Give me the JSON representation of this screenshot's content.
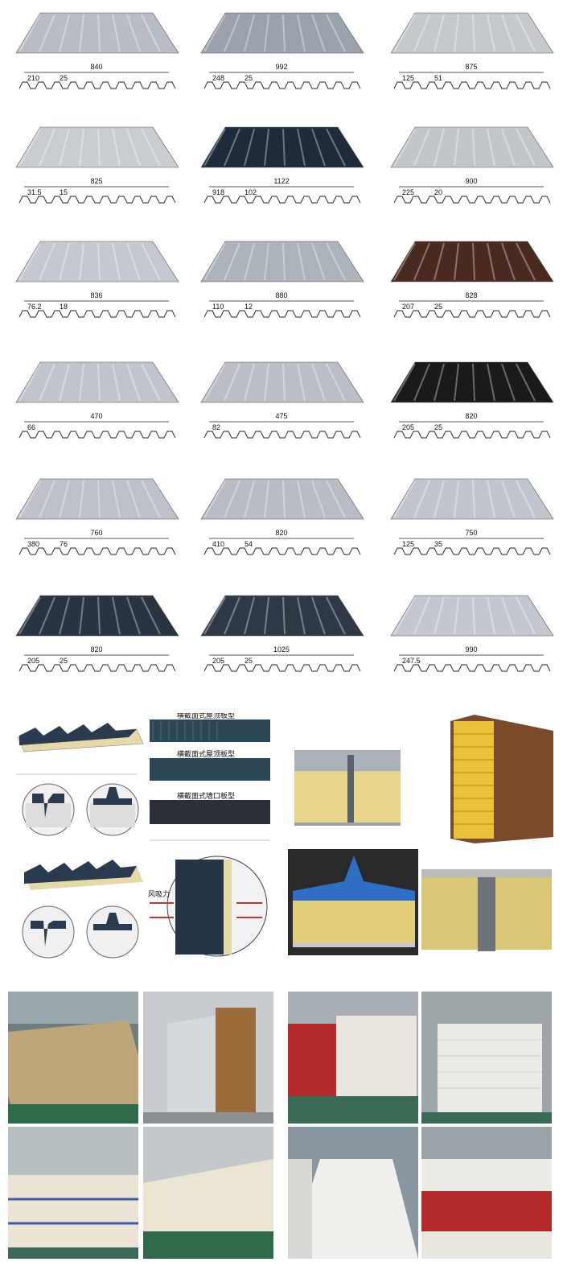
{
  "profiles": [
    {
      "id": "p1",
      "total": "840",
      "dims": [
        "210",
        "25"
      ]
    },
    {
      "id": "p2",
      "total": "992",
      "dims": [
        "248",
        "25"
      ]
    },
    {
      "id": "p3",
      "total": "875",
      "dims": [
        "125",
        "51"
      ]
    },
    {
      "id": "p4",
      "total": "825",
      "dims": [
        "31.5",
        "15"
      ]
    },
    {
      "id": "p5",
      "total": "1122",
      "dims": [
        "918",
        "102"
      ]
    },
    {
      "id": "p6",
      "total": "900",
      "dims": [
        "225",
        "20"
      ]
    },
    {
      "id": "p7",
      "total": "836",
      "dims": [
        "76.2",
        "18"
      ]
    },
    {
      "id": "p8",
      "total": "880",
      "dims": [
        "110",
        "12"
      ]
    },
    {
      "id": "p9",
      "total": "828",
      "dims": [
        "207",
        "25"
      ]
    },
    {
      "id": "p10",
      "total": "470",
      "dims": [
        "66"
      ]
    },
    {
      "id": "p11",
      "total": "475",
      "dims": [
        "82"
      ]
    },
    {
      "id": "p12",
      "total": "820",
      "dims": [
        "205",
        "25"
      ]
    },
    {
      "id": "p13",
      "total": "760",
      "dims": [
        "380",
        "76"
      ]
    },
    {
      "id": "p14",
      "total": "820",
      "dims": [
        "410",
        "54"
      ]
    },
    {
      "id": "p15",
      "total": "750",
      "dims": [
        "125",
        "35"
      ]
    },
    {
      "id": "p16",
      "total": "820",
      "dims": [
        "205",
        "25"
      ]
    },
    {
      "id": "p17",
      "total": "1025",
      "dims": [
        "205",
        "25"
      ]
    },
    {
      "id": "p18",
      "total": "990",
      "dims": [
        "247.5"
      ]
    }
  ],
  "diagram_labels": {
    "wind_label": "风吸力",
    "panel_caption_1": "横截面式屋顶板型",
    "panel_caption_2": "横截面式屋顶板型",
    "panel_caption_3": "横截面式墙口板型"
  },
  "colors": {
    "steel_light": "#c9ccd1",
    "steel_dark": "#2b3440",
    "navy": "#1f2b3a",
    "rockwool": "#e8d88a",
    "brown_tile": "#4a2a1e",
    "blue_panel": "#2e6fc4",
    "red_panel": "#b22a2a"
  }
}
